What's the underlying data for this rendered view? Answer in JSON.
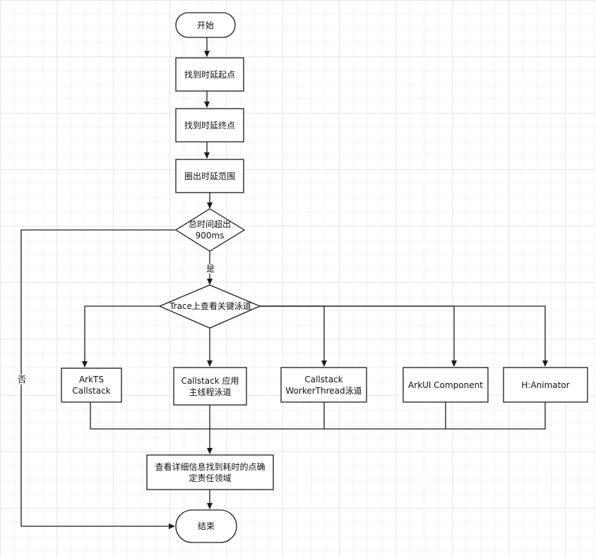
{
  "colors": {
    "stroke": "#1a1a1a",
    "fill": "#ffffff",
    "grid": "#e6e6e6"
  },
  "nodes": {
    "start": "开始",
    "find_start": "找到时延起点",
    "find_end": "找到时延终点",
    "circle_range": "圈出时延范围",
    "decision_900": "总时间超出\n900ms",
    "trace_lane": "Trace上查看关键泳道",
    "arkts": "ArkTS\nCallstack",
    "callstack_main": "Callstack 应用\n主线程泳道",
    "callstack_worker": "Callstack\nWorkerThread泳道",
    "arkui": "ArkUI Component",
    "animator": "H:Animator",
    "detail": "查看详细信息找到耗时的点确\n定责任领域",
    "end": "结束"
  },
  "edge_labels": {
    "yes": "是",
    "no": "否"
  }
}
